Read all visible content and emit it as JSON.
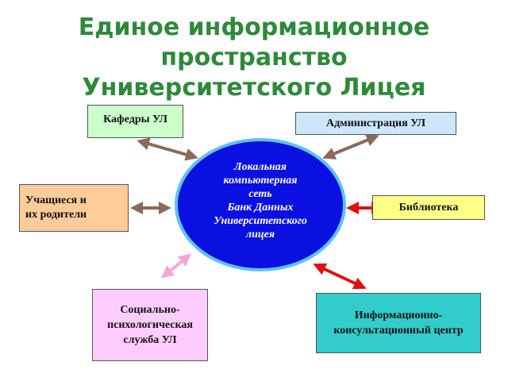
{
  "title": {
    "line1": "Единое информационное",
    "line2": "пространство",
    "line3": "Университетского Лицея"
  },
  "center": {
    "lines": [
      "Локальная",
      "компьютерная",
      "сеть",
      "Банк Данных",
      "Университетского",
      "лицея"
    ],
    "fill_color": "#0a10e0",
    "border_color": "#5fc1e8"
  },
  "nodes": {
    "kafedry": {
      "label": "Кафедры УЛ",
      "color": "#ccffcc"
    },
    "administration": {
      "label": "Администрация УЛ",
      "color": "#cce8f8"
    },
    "students": {
      "lines": [
        "Учащиеся и",
        "их родители"
      ],
      "color": "#ffcc99"
    },
    "library": {
      "label": "Библиотека",
      "color": "#ffff88"
    },
    "social": {
      "lines": [
        "Социально-",
        "психологическая",
        "служба УЛ"
      ],
      "color": "#ffccff"
    },
    "info_center": {
      "lines": [
        "Информационно-",
        "консультационный центр"
      ],
      "color": "#33cccc"
    }
  },
  "arrow_colors": {
    "brown": "#8b6a5a",
    "red": "#e01010",
    "pink": "#f4a6d8"
  }
}
